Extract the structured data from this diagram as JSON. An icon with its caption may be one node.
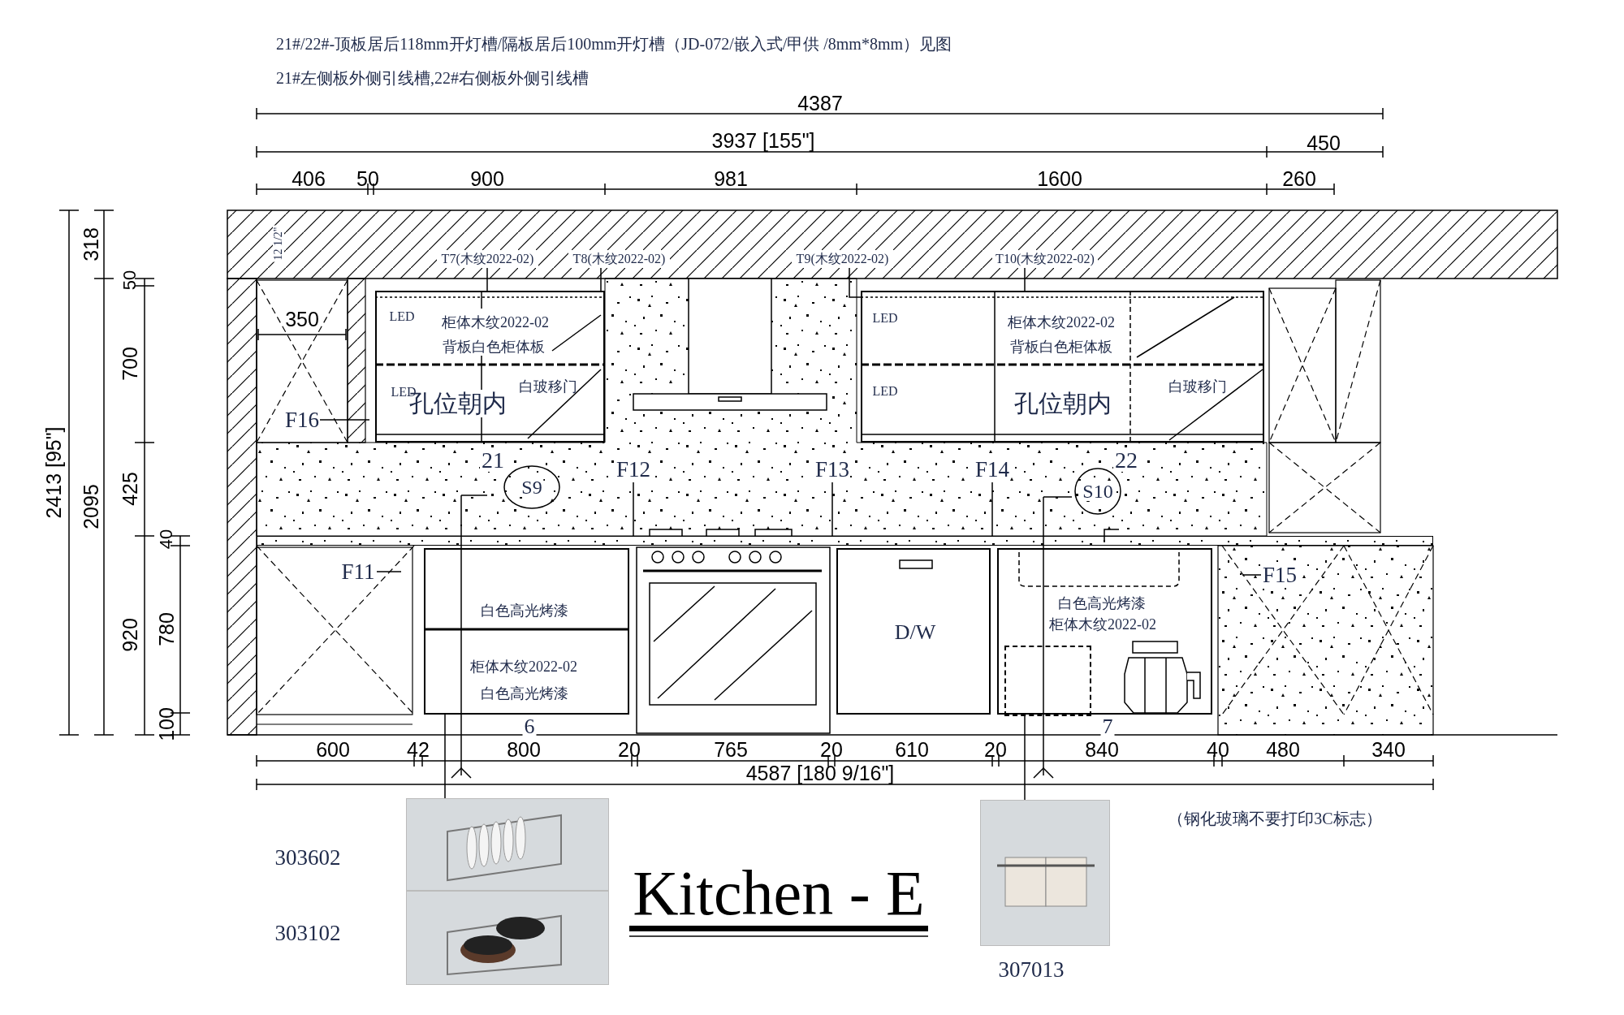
{
  "diagram": {
    "title": "Kitchen - E",
    "nodes": [
      {
        "text": [
          "T7(木纹2022-02)"
        ]
      },
      {
        "text": [
          "T8(木纹2022-02)"
        ]
      },
      {
        "text": [
          "T9(木纹2022-02)"
        ]
      },
      {
        "text": [
          "T10(木纹2022-02)"
        ]
      },
      {
        "text": [
          "LED",
          "柜体木纹2022-02",
          "背板白色柜体板",
          "LED",
          "孔位朝内",
          "白玻移门"
        ],
        "beside": [
          "21"
        ]
      },
      {
        "text": [
          "LED",
          "柜体木纹2022-02",
          "背板白色柜体板",
          "LED",
          "孔位朝内",
          "白玻移门"
        ],
        "beside": [
          "22"
        ]
      },
      {
        "text": [
          "F16"
        ]
      },
      {
        "text": [
          "F12"
        ]
      },
      {
        "text": [
          "F13"
        ]
      },
      {
        "text": [
          "F14"
        ]
      },
      {
        "text": [
          "F11"
        ]
      },
      {
        "text": [
          "F15"
        ]
      },
      {
        "text": [
          "白色高光烤漆",
          "柜体木纹2022-02",
          "白色高光烤漆"
        ],
        "beside": [
          "6"
        ]
      },
      {
        "text": [
          "D/W"
        ]
      },
      {
        "text": [
          "白色高光烤漆",
          "柜体木纹2022-02"
        ],
        "beside": [
          "7"
        ]
      },
      {
        "text": [],
        "shape": "box",
        "in": 14
      },
      {
        "text": [],
        "shape": "picture",
        "beside": [
          "303602"
        ]
      },
      {
        "text": [],
        "shape": "picture",
        "beside": [
          "303102"
        ]
      },
      {
        "text": [],
        "shape": "picture",
        "beside": [
          "307013"
        ]
      },
      {
        "text": [],
        "shape": "bar"
      }
    ],
    "edges": [
      {
        "from": 0,
        "to": 4,
        "arrow": "none"
      },
      {
        "from": 1,
        "to": 4,
        "arrow": "none"
      },
      {
        "from": 2,
        "to": 5,
        "arrow": "none"
      },
      {
        "from": 3,
        "to": 5,
        "arrow": "none"
      },
      {
        "from": 6,
        "to": null,
        "arrow": "none"
      },
      {
        "from": 7,
        "to": 19,
        "arrow": "none"
      },
      {
        "from": 8,
        "to": 19,
        "arrow": "none"
      },
      {
        "from": 9,
        "to": 19,
        "arrow": "none"
      },
      {
        "from": 10,
        "to": null,
        "arrow": "none"
      },
      {
        "from": 11,
        "to": null,
        "arrow": "none"
      },
      {
        "from": 16,
        "to": 12,
        "arrow": "none"
      },
      {
        "from": 18,
        "to": 15,
        "arrow": "none"
      }
    ],
    "labels": [
      "21#/22#-顶板居后118mm开灯槽/隔板居后100mm开灯槽（JD-072/嵌入式/甲供 /8mm*8mm）见图",
      "21#左侧板外侧引线槽,22#右侧板外侧引线槽",
      "4387",
      "3937 [155\"]",
      "450",
      "406",
      "50",
      "900",
      "981",
      "1600",
      "260",
      "2413 [95\"]",
      "318",
      "2095",
      "50",
      "700",
      "425",
      "920",
      "40",
      "780",
      "100",
      "12 1/2\"",
      "350",
      "S9",
      "S10",
      "600",
      "42",
      "800",
      "20",
      "765",
      "20",
      "610",
      "20",
      "840",
      "40",
      "480",
      "340",
      "4587 [180 9/16\"]",
      "（钢化玻璃不要打印3C标志）"
    ]
  }
}
